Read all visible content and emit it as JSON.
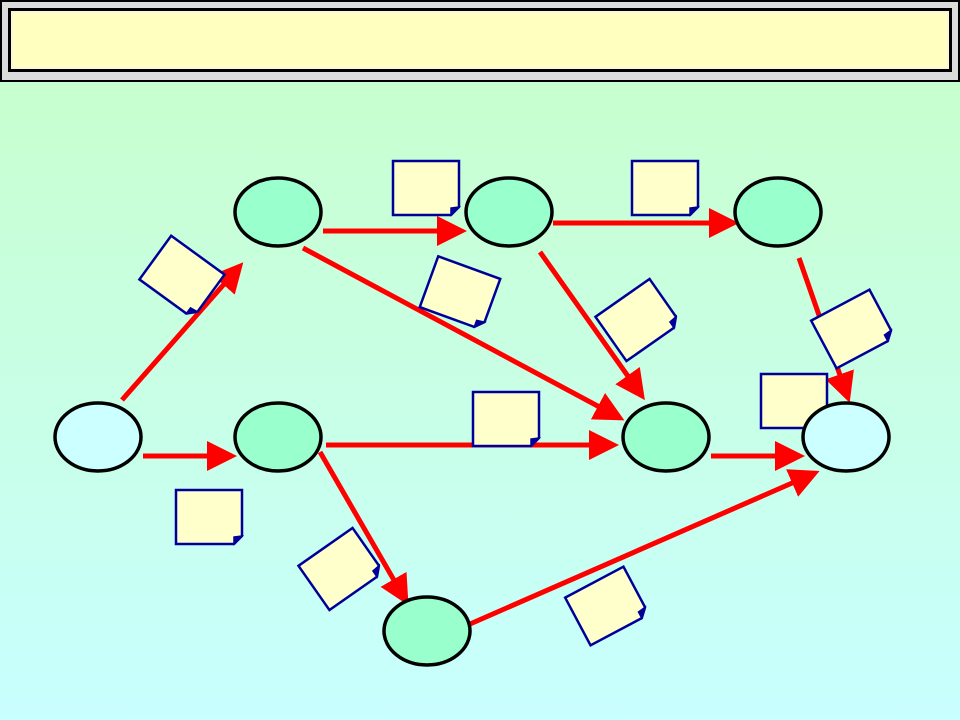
{
  "title": "",
  "colors": {
    "node_fill": "#99ffcc",
    "endpoint_fill": "#ccffff",
    "node_stroke": "#000000",
    "arrow": "#ff0000",
    "label_fill": "#ffffcc",
    "label_stroke": "#000099",
    "title_fill": "#ffffc0"
  },
  "nodes": [
    {
      "id": "start",
      "type": "endpoint",
      "label": ""
    },
    {
      "id": "n1",
      "type": "event",
      "label": ""
    },
    {
      "id": "n2",
      "type": "event",
      "label": ""
    },
    {
      "id": "n3",
      "type": "event",
      "label": ""
    },
    {
      "id": "n4",
      "type": "event",
      "label": ""
    },
    {
      "id": "n5",
      "type": "event",
      "label": ""
    },
    {
      "id": "n6",
      "type": "event",
      "label": ""
    },
    {
      "id": "end",
      "type": "endpoint",
      "label": ""
    }
  ],
  "edges": [
    {
      "from": "start",
      "to": "n1",
      "label": ""
    },
    {
      "from": "start",
      "to": "n4",
      "label": ""
    },
    {
      "from": "n1",
      "to": "n2",
      "label": ""
    },
    {
      "from": "n1",
      "to": "n5",
      "label": ""
    },
    {
      "from": "n2",
      "to": "n3",
      "label": ""
    },
    {
      "from": "n2",
      "to": "n5",
      "label": ""
    },
    {
      "from": "n3",
      "to": "end",
      "label": ""
    },
    {
      "from": "n4",
      "to": "n5",
      "label": ""
    },
    {
      "from": "n4",
      "to": "n6",
      "label": ""
    },
    {
      "from": "n5",
      "to": "end",
      "label": ""
    },
    {
      "from": "n6",
      "to": "end",
      "label": ""
    }
  ]
}
